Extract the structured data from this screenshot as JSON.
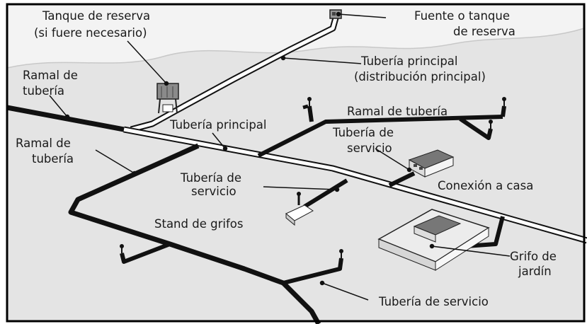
{
  "labels": {
    "tanque_reserva_1": "Tanque de reserva",
    "tanque_reserva_2": "(si fuere necesario)",
    "fuente_1": "Fuente o tanque",
    "fuente_2": "de reserva",
    "principal_dist_1": "Tubería principal",
    "principal_dist_2": "(distribución principal)",
    "ramal_left_1": "Ramal de",
    "ramal_left_2": "tubería",
    "ramal_right": "Ramal de tubería",
    "tuberia_principal": "Tubería principal",
    "ramal_left2_1": "Ramal de",
    "ramal_left2_2": "tubería",
    "servicio_upper_1": "Tubería de",
    "servicio_upper_2": "servicio",
    "servicio_mid_1": "Tubería de",
    "servicio_mid_2": "servicio",
    "conexion_casa": "Conexión a casa",
    "stand_grifos": "Stand de grifos",
    "grifo_jardin_1": "Grifo de",
    "grifo_jardin_2": "jardín",
    "servicio_bottom": "Tubería de servicio"
  },
  "colors": {
    "ground": "#e4e4e4",
    "sky": "#f2f2f2",
    "pipe_black": "#111111",
    "pipe_white": "#ffffff",
    "border": "#000000"
  }
}
